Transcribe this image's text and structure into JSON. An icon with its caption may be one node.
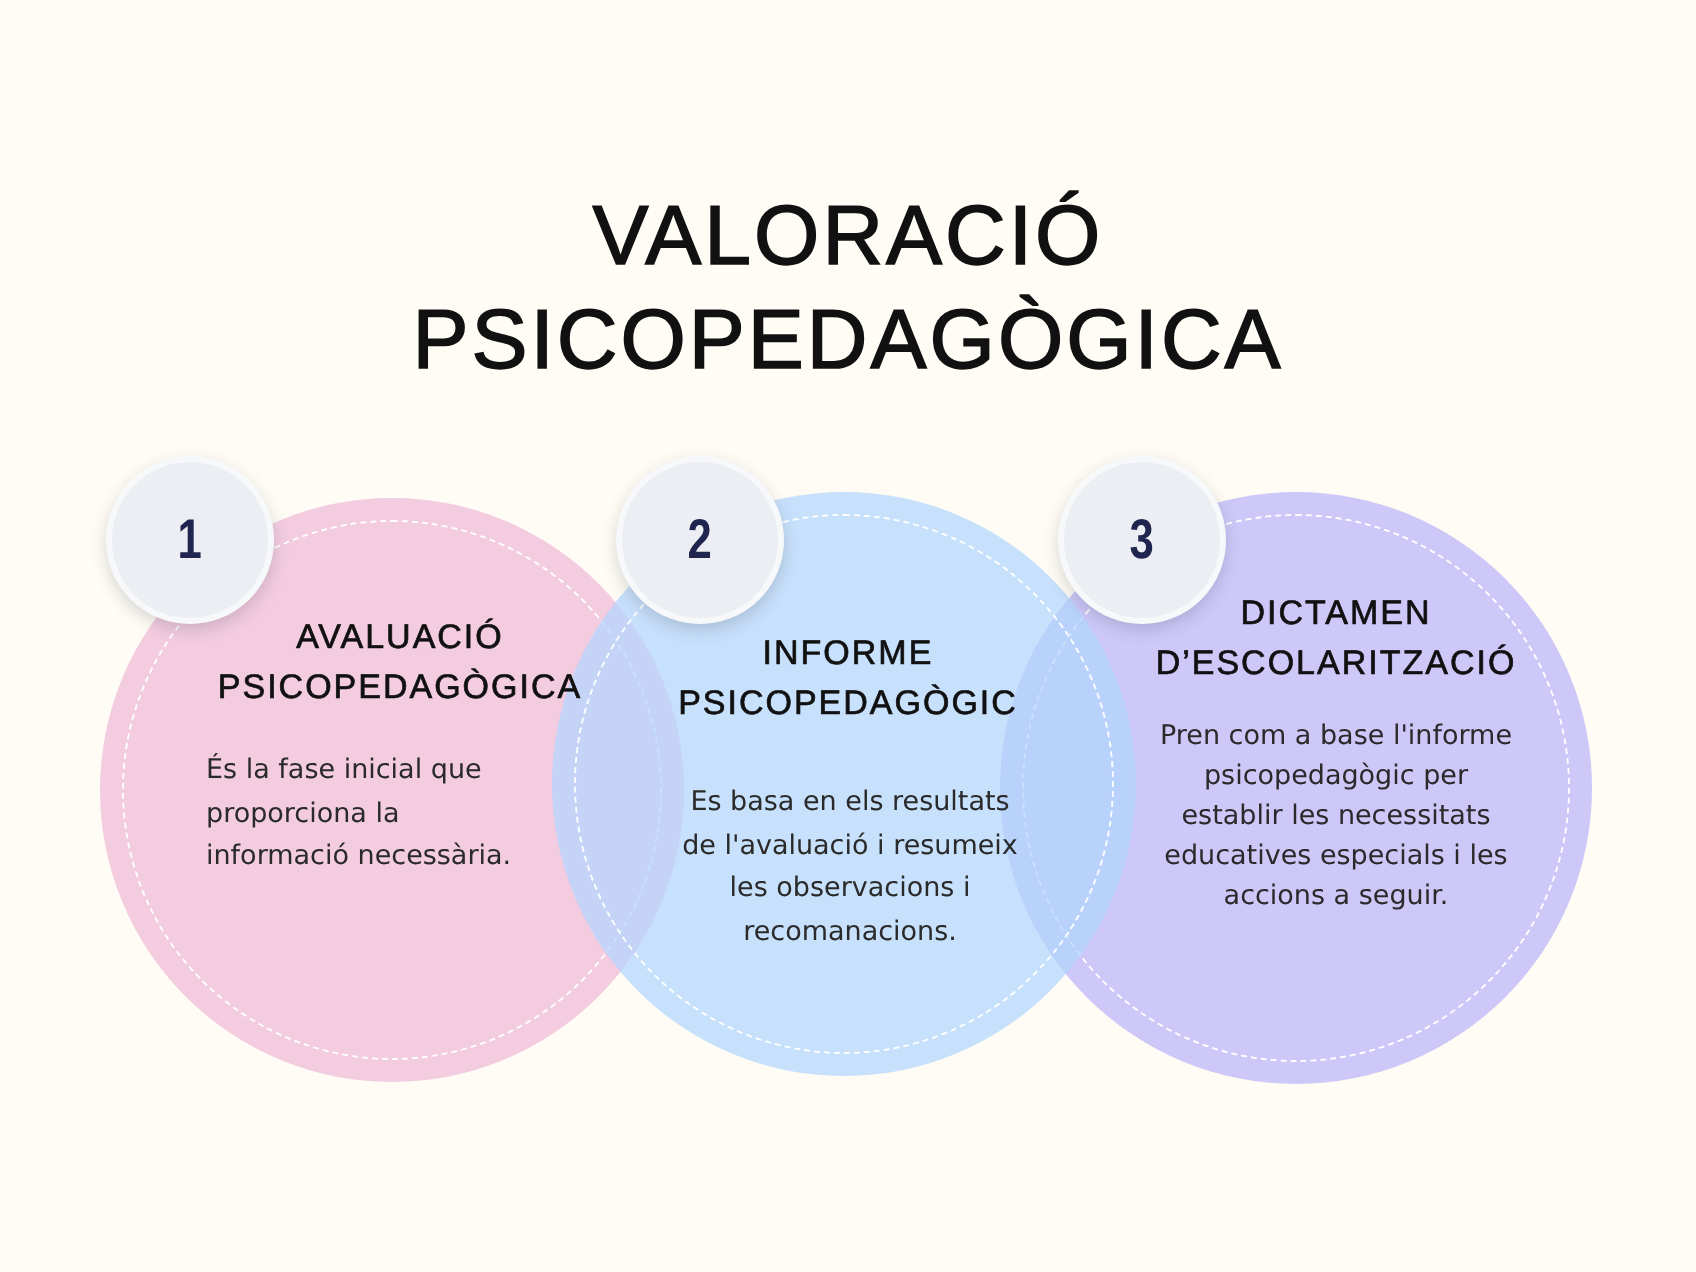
{
  "diagram": {
    "title": "VALORACIÓ PSICOPEDAGÒGICA",
    "nodes": [
      {
        "text": [
          "1"
        ]
      },
      {
        "text": [
          "AVALUACIÓ PSICOPEDAGÒGICA",
          "És la fase inicial que proporciona la informació necessària."
        ]
      },
      {
        "text": [
          "2"
        ]
      },
      {
        "text": [
          "INFORME PSICOPEDAGÒGIC",
          "Es basa en els resultats de l'avaluació i resumeix les observacions i recomanacions."
        ]
      },
      {
        "text": [
          "3"
        ]
      },
      {
        "text": [
          "DICTAMEN D’ESCOLARITZACIÓ",
          "Pren com a base l'informe psicopedagògic per establir les necessitats educatives especials i les accions a seguir."
        ]
      }
    ]
  }
}
